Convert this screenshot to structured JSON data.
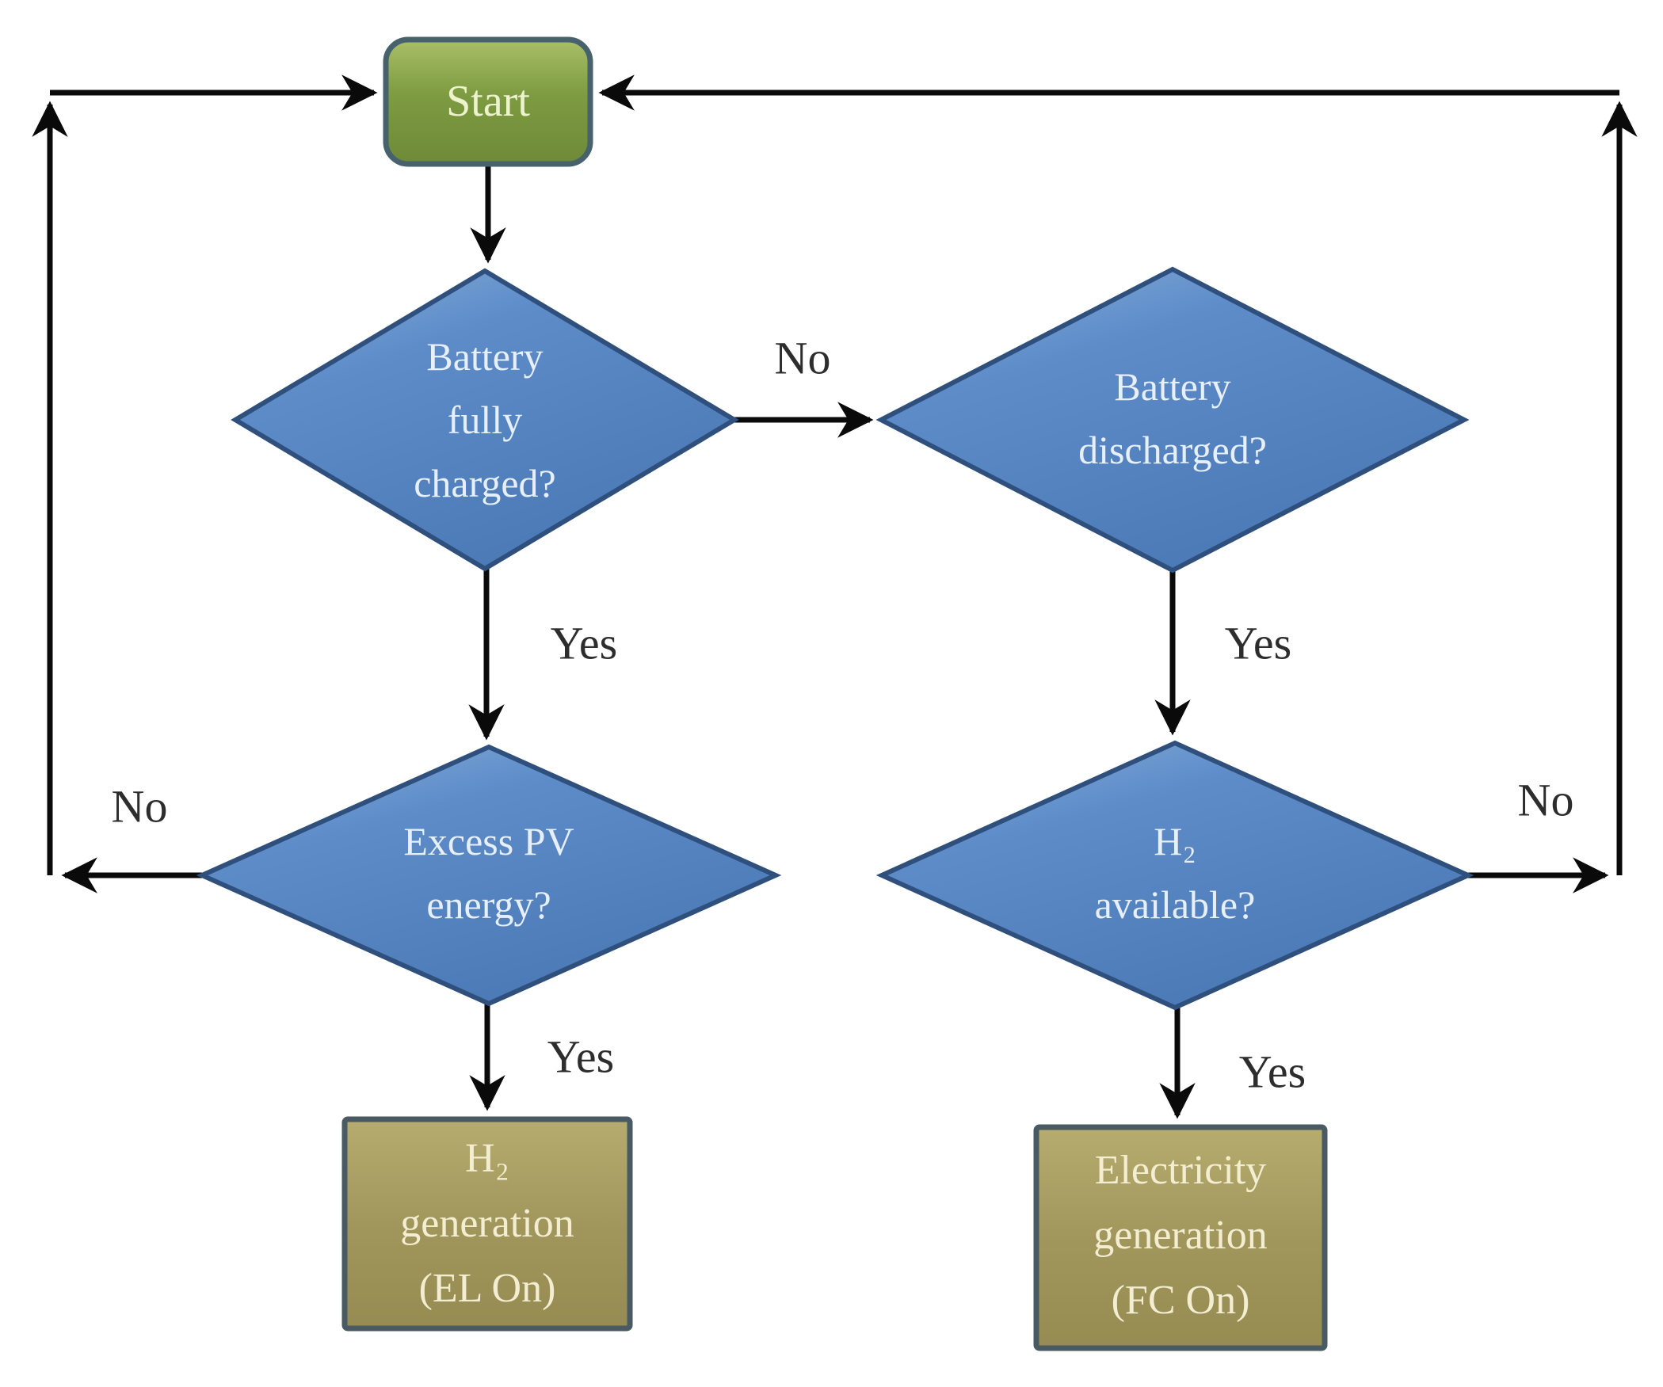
{
  "nodes": {
    "start": {
      "label": "Start"
    },
    "battery_fully_charged": {
      "lines": [
        "Battery",
        "fully",
        "charged?"
      ]
    },
    "battery_discharged": {
      "lines": [
        "Battery",
        "discharged?"
      ]
    },
    "excess_pv_energy": {
      "lines": [
        "Excess PV",
        "energy?"
      ]
    },
    "h2_available": {
      "lines": [
        "H₂",
        "available?"
      ]
    },
    "h2_generation": {
      "lines": [
        "H₂",
        "generation",
        "(EL On)"
      ]
    },
    "electricity_generation": {
      "lines": [
        "Electricity",
        "generation",
        "(FC On)"
      ]
    }
  },
  "edge_labels": {
    "battery_fully_charged_no": "No",
    "battery_fully_charged_yes": "Yes",
    "battery_discharged_yes": "Yes",
    "excess_pv_energy_no": "No",
    "excess_pv_energy_yes": "Yes",
    "h2_available_no": "No",
    "h2_available_yes": "Yes"
  },
  "colors": {
    "decision_fill": "#5585c5",
    "decision_border": "#2f507c",
    "terminator_fill": "#7d9b41",
    "terminator_border": "#47626c",
    "process_fill": "#a1975c",
    "process_border": "#4a5a63",
    "connector": "#0a0a0a",
    "edge_label_text": "#2d2d2d",
    "decision_text": "#e7effa",
    "terminator_text": "#edf3cd",
    "process_text": "#f3eed2",
    "background": "#ffffff"
  }
}
